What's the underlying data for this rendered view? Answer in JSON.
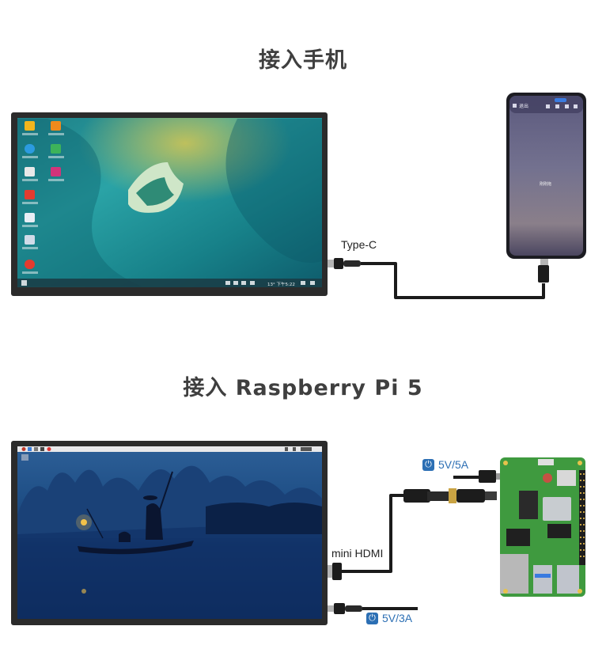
{
  "section1": {
    "title": "接入手机",
    "cable_label": "Type-C",
    "phone_topbar_text": "退出",
    "phone_center_text": "刚刚拖"
  },
  "section2": {
    "title": "接入 Raspberry Pi 5",
    "hdmi_label": "mini HDMI",
    "pi_power": "5V/5A",
    "screen_power": "5V/3A"
  },
  "desktop1": {
    "taskbar_time": "13°  下午5:22"
  },
  "icons": {
    "power": "power-icon"
  }
}
